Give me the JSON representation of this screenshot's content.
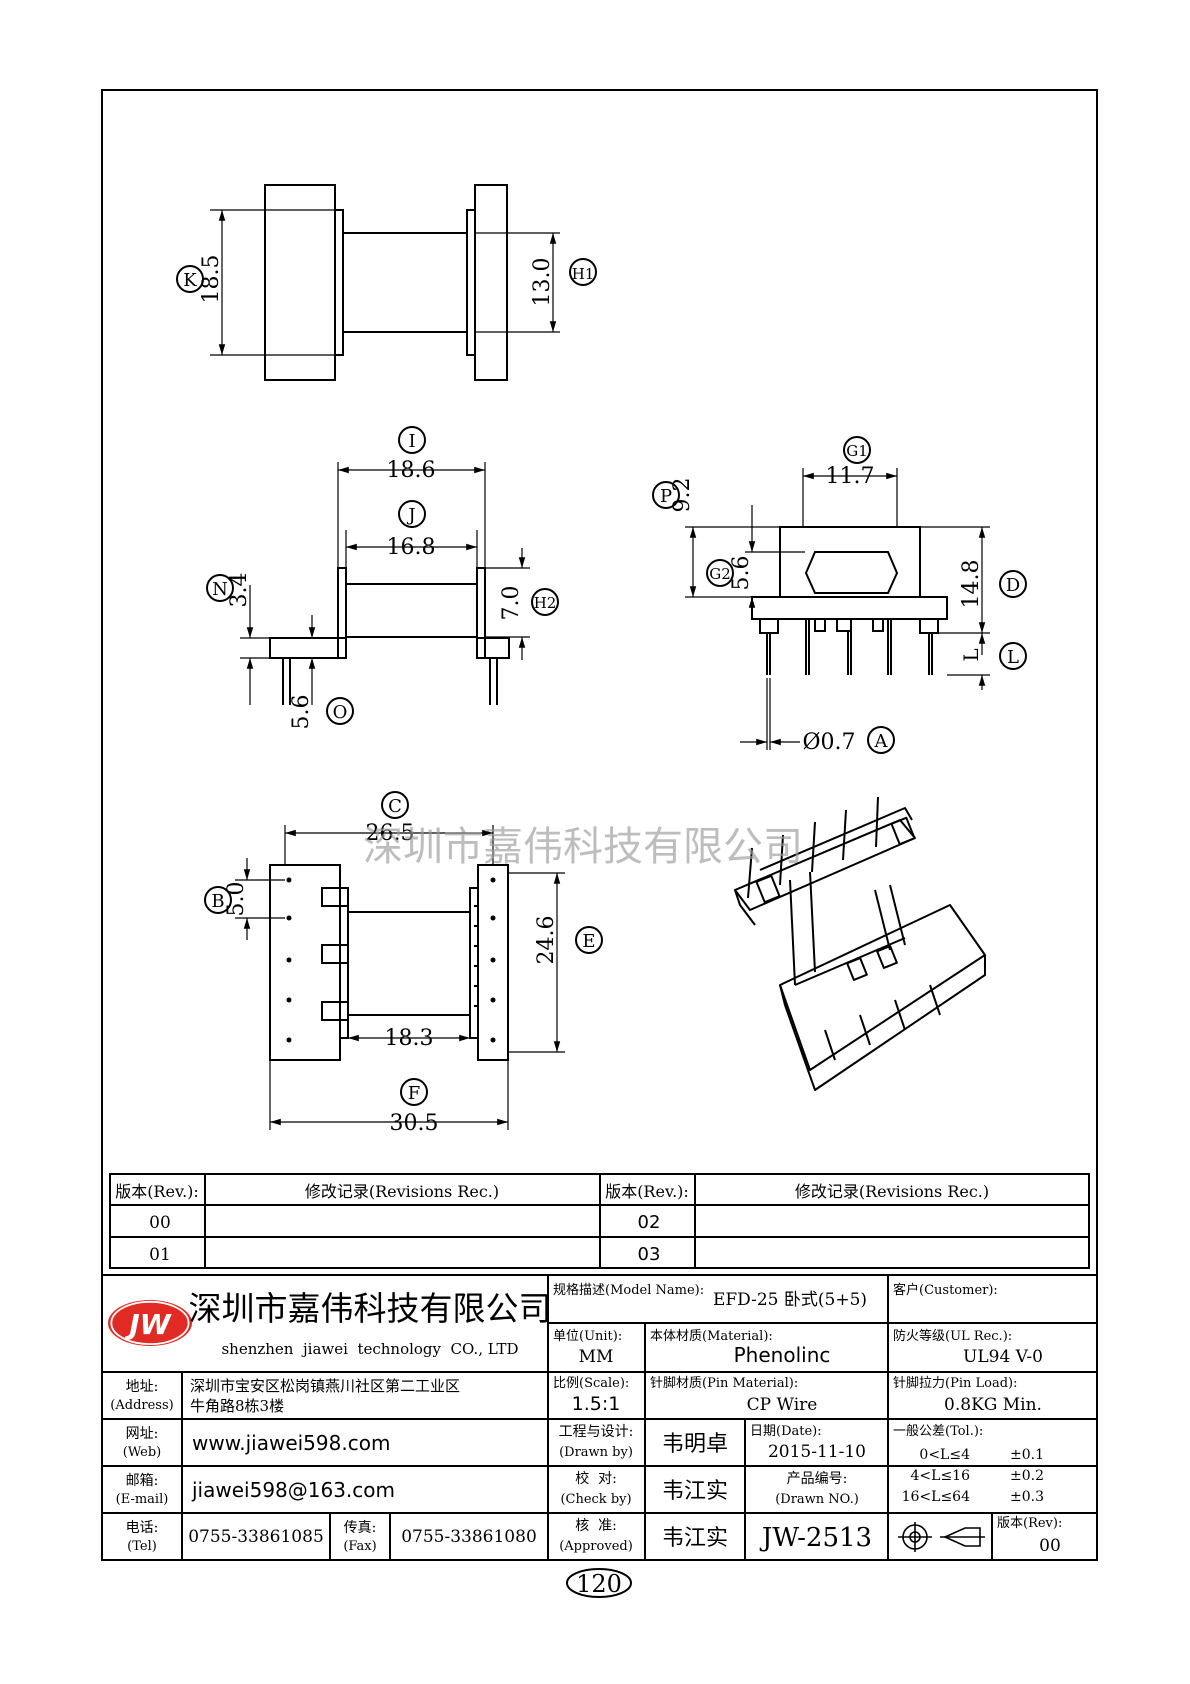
{
  "dimensions": {
    "K": "18.5",
    "H1": "13.0",
    "I": "18.6",
    "J": "16.8",
    "N": "3.4",
    "H2": "7.0",
    "O": "5.6",
    "G1": "11.7",
    "P": "9.2",
    "G2": "5.6",
    "D": "14.8",
    "L": "L",
    "A": "Ø0.7",
    "C": "26.5",
    "B": "5.0",
    "E": "24.6",
    "inner_width": "18.3",
    "F": "30.5"
  },
  "dimension_letters": {
    "K": "K",
    "H1": "H1",
    "I": "I",
    "J": "J",
    "N": "N",
    "H2": "H2",
    "O": "O",
    "G1": "G1",
    "P": "P",
    "G2": "G2",
    "D": "D",
    "L": "L",
    "A": "A",
    "C": "C",
    "B": "B",
    "E": "E",
    "F": "F"
  },
  "watermark": "深圳市嘉伟科技有限公司",
  "revisions": {
    "col_rev": "版本(Rev.):",
    "col_rec": "修改记录(Revisions Rec.)",
    "left_revs": [
      "00",
      "01"
    ],
    "right_revs": [
      "02",
      "03"
    ]
  },
  "company": {
    "logo": "JW",
    "name_cn": "深圳市嘉伟科技有限公司",
    "name_en": "shenzhen  jiawei  technology  CO., LTD",
    "address_label": "地址:",
    "address_label_en": "(Address)",
    "address_line1": "深圳市宝安区松岗镇燕川社区第二工业区",
    "address_line2": "牛角路8栋3楼",
    "web_label": "网址:",
    "web_label_en": "(Web)",
    "web": "www.jiawei598.com",
    "email_label": "邮箱:",
    "email_label_en": "(E-mail)",
    "email": "jiawei598@163.com",
    "tel_label": "电话:",
    "tel_label_en": "(Tel)",
    "tel": "0755-33861085",
    "fax_label": "传真:",
    "fax_label_en": "(Fax)",
    "fax": "0755-33861080"
  },
  "title_block": {
    "model_label": "规格描述(Model Name):",
    "model": "EFD-25 卧式(5+5)",
    "customer_label": "客户(Customer):",
    "unit_label": "单位(Unit):",
    "unit": "MM",
    "material_label": "本体材质(Material):",
    "material": "Phenolinc",
    "ul_label": "防火等级(UL Rec.):",
    "ul": "UL94 V-0",
    "scale_label": "比例(Scale):",
    "scale": "1.5:1",
    "pin_material_label": "针脚材质(Pin Material):",
    "pin_material": "CP Wire",
    "pin_load_label": "针脚拉力(Pin Load):",
    "pin_load": "0.8KG Min.",
    "drawn_label": "工程与设计:",
    "drawn_label_en": "(Drawn by)",
    "drawn": "韦明卓",
    "date_label": "日期(Date):",
    "date": "2015-11-10",
    "tol_label": "一般公差(Tol.):",
    "tol_rows": [
      {
        "range": "0<L≤4",
        "tol": "±0.1"
      },
      {
        "range": "4<L≤16",
        "tol": "±0.2"
      },
      {
        "range": "16<L≤64",
        "tol": "±0.3"
      }
    ],
    "check_label": "校  对:",
    "check_label_en": "(Check by)",
    "check": "韦江实",
    "drawn_no_label": "产品编号:",
    "drawn_no_label_en": "(Drawn NO.)",
    "approved_label": "核  准:",
    "approved_label_en": "(Approved)",
    "approved": "韦江实",
    "drawing_no": "JW-2513",
    "rev_label": "版本(Rev):",
    "rev": "00"
  },
  "page_number": "120"
}
